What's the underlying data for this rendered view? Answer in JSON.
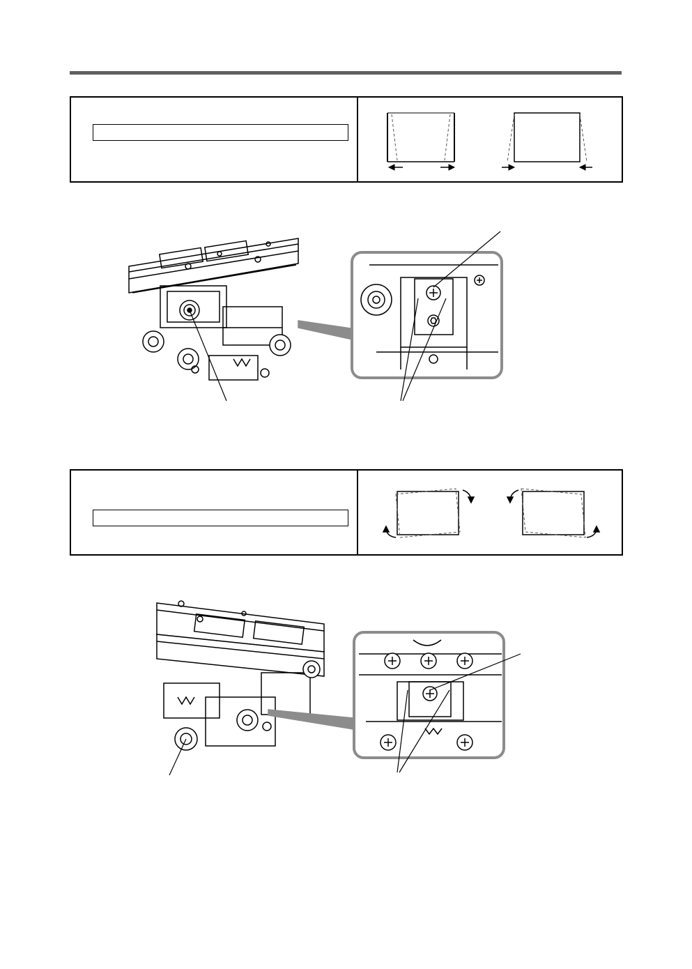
{
  "header": {
    "rule_color": "#606060"
  },
  "sections": [
    {
      "panel": {
        "blank_field": "",
        "symptom_shapes": [
          "trapezoid-wide-bottom",
          "trapezoid-wide-top"
        ]
      },
      "figure": {
        "callouts": [
          "",
          "",
          ""
        ]
      }
    },
    {
      "panel": {
        "blank_field": "",
        "symptom_shapes": [
          "rotated-clockwise",
          "rotated-counterclockwise"
        ]
      },
      "figure": {
        "callouts": [
          "",
          "",
          ""
        ]
      }
    }
  ],
  "colors": {
    "line": "#000000",
    "zoom_frame": "#8c8c8c",
    "dashed": "#555555"
  },
  "icons": [
    "arrow-left-icon",
    "arrow-right-icon",
    "rotate-cw-icon",
    "rotate-ccw-icon",
    "screw-icon"
  ]
}
